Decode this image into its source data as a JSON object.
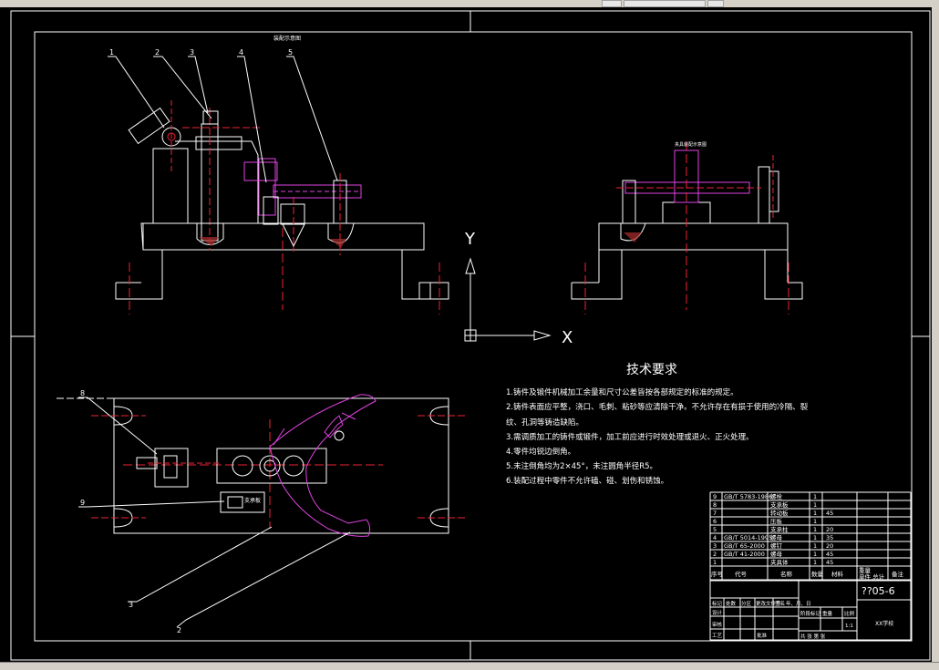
{
  "drawing": {
    "top_view_label": "装配示意图",
    "side_view_label": "夹具装配示意图",
    "balloons": [
      "1",
      "2",
      "3",
      "4",
      "5",
      "8",
      "9",
      "3",
      "2"
    ],
    "ucs_y": "Y",
    "ucs_x": "X",
    "small_label": "支承板"
  },
  "tech": {
    "title": "技术要求",
    "lines": [
      "1.铸件及锻件机械加工余量和尺寸公差皆按各部规定的标准的规定。",
      "2.铸件表面应平整，浇口、毛刺、粘砂等应清除干净。不允许存在有损于使用的冷隔、裂",
      "纹、孔洞等铸造缺陷。",
      "3.需调质加工的铸件或锻件，加工前应进行时效处理或退火、正火处理。",
      "4.零件均锐边倒角。",
      "5.未注倒角均为2×45°，未注圆角半径R5。",
      "6.装配过程中零件不允许磕、碰、划伤和锈蚀。"
    ]
  },
  "bom": {
    "rows": [
      {
        "no": "9",
        "code": "GB/T 5783-1986",
        "name": "螺栓",
        "qty": "1",
        "mat": ""
      },
      {
        "no": "8",
        "code": "",
        "name": "支承板",
        "qty": "1",
        "mat": ""
      },
      {
        "no": "7",
        "code": "",
        "name": "转动板",
        "qty": "1",
        "mat": "45"
      },
      {
        "no": "6",
        "code": "",
        "name": "压板",
        "qty": "1",
        "mat": ""
      },
      {
        "no": "5",
        "code": "",
        "name": "支承柱",
        "qty": "1",
        "mat": "20"
      },
      {
        "no": "4",
        "code": "GB/T 5014-1995",
        "name": "螺母",
        "qty": "1",
        "mat": "35"
      },
      {
        "no": "3",
        "code": "GB/T 65-2000",
        "name": "螺钉",
        "qty": "1",
        "mat": "20"
      },
      {
        "no": "2",
        "code": "GB/T 41-2000",
        "name": "螺母",
        "qty": "1",
        "mat": "45"
      },
      {
        "no": "1",
        "code": "",
        "name": "夹具体",
        "qty": "1",
        "mat": "45"
      }
    ],
    "headers": [
      "序号",
      "代号",
      "名称",
      "数量",
      "材料",
      "单件 总计",
      "备注"
    ],
    "headers_sub": "重量"
  },
  "titleblock": {
    "drawing_no": "??05-6",
    "row_labels": [
      "标记",
      "处数",
      "分区",
      "更改文件号",
      "签名",
      "年、月、日"
    ],
    "design": "设计",
    "audit": "审核",
    "process": "工艺",
    "approve": "批准",
    "stage_label": "阶段标记",
    "weight": "重量",
    "scale": "比例",
    "scale_val": "1:1",
    "sheets": "共  张  第  张",
    "company": "XX学校"
  }
}
